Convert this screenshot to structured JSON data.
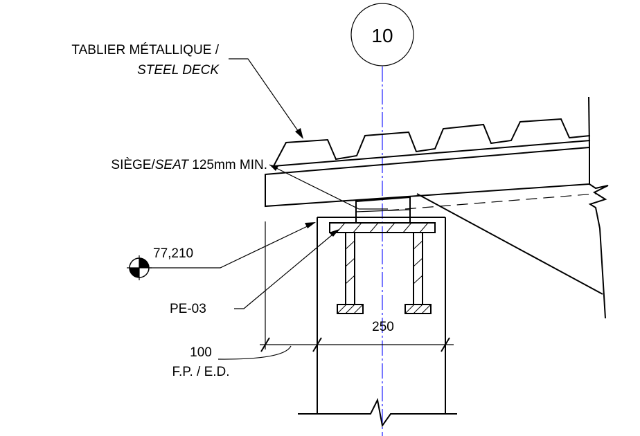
{
  "gridline": {
    "label": "10",
    "line_color": "#1a1aff"
  },
  "labels": {
    "deck_line1": "TABLIER MÉTALLIQUE /",
    "deck_line2": "STEEL DECK",
    "seat_prefix": "SIÈGE/",
    "seat_italic": "SEAT",
    "seat_suffix": " 125mm MIN.",
    "elevation": "77,210",
    "plate": "PE-03",
    "dim_width": "250",
    "dim_edge": "100",
    "edge_note": "F.P. / E.D."
  }
}
